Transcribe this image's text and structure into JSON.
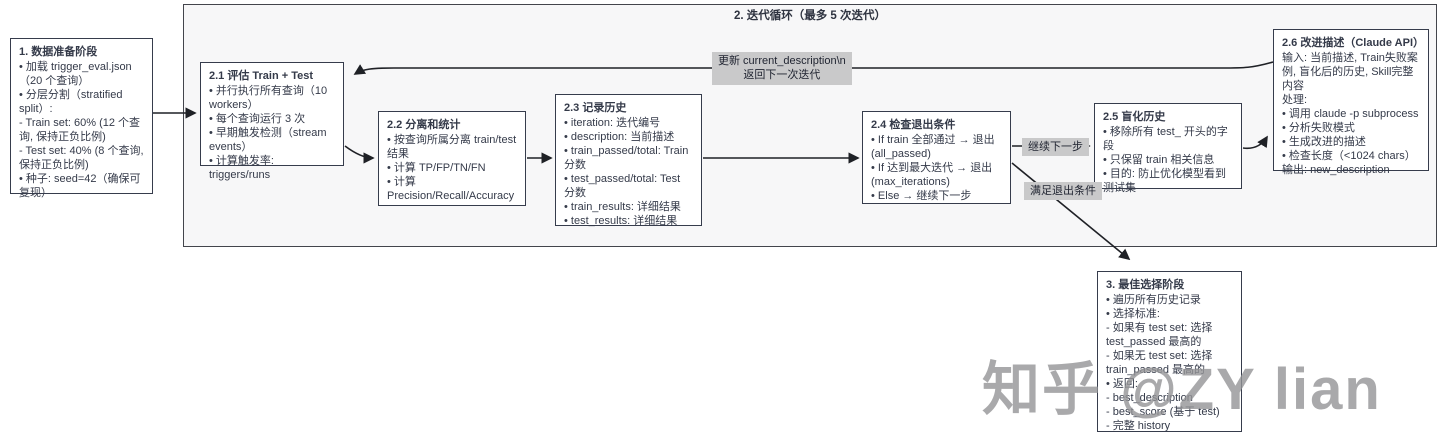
{
  "diagram": {
    "loop_title": "2. 迭代循环（最多 5 次迭代）",
    "boxes": [
      {
        "id": "data-prep",
        "title": "1. 数据准备阶段",
        "lines": [
          "• 加载 trigger_eval.json（20 个查询）",
          "• 分层分割（stratified split）:",
          "- Train set: 60% (12 个查询, 保持正负比例)",
          "- Test set: 40% (8 个查询, 保持正负比例)",
          "• 种子: seed=42（确保可复现）"
        ]
      },
      {
        "id": "eval-train-test",
        "title": "2.1 评估 Train + Test",
        "lines": [
          "• 并行执行所有查询（10 workers）",
          "• 每个查询运行 3 次",
          "• 早期触发检测（stream events）",
          "• 计算触发率: triggers/runs"
        ]
      },
      {
        "id": "separate-stats",
        "title": "2.2 分离和统计",
        "lines": [
          "• 按查询所属分离 train/test 结果",
          "• 计算 TP/FP/TN/FN",
          "• 计算 Precision/Recall/Accuracy"
        ]
      },
      {
        "id": "record-history",
        "title": "2.3 记录历史",
        "lines": [
          "• iteration: 迭代编号",
          "• description: 当前描述",
          "• train_passed/total: Train 分数",
          "• test_passed/total: Test 分数",
          "• train_results: 详细结果",
          "• test_results: 详细结果"
        ]
      },
      {
        "id": "check-exit",
        "title": "2.4 检查退出条件",
        "lines": [
          "• If train 全部通过 → 退出 (all_passed)",
          "• If 达到最大迭代 → 退出 (max_iterations)",
          "• Else → 继续下一步"
        ]
      },
      {
        "id": "blind-history",
        "title": "2.5 盲化历史",
        "lines": [
          "• 移除所有 test_ 开头的字段",
          "• 只保留 train 相关信息",
          "• 目的: 防止优化模型看到测试集"
        ]
      },
      {
        "id": "improve-description",
        "title": "2.6 改进描述（Claude API）",
        "lines": [
          "输入: 当前描述, Train失败案例, 盲化后的历史, Skill完整内容",
          "处理:",
          "• 调用 claude -p subprocess",
          "• 分析失败模式",
          "• 生成改进的描述",
          "• 检查长度（<1024 chars）",
          "输出: new_description"
        ]
      },
      {
        "id": "best-selection",
        "title": "3. 最佳选择阶段",
        "lines": [
          "• 遍历所有历史记录",
          "• 选择标准:",
          "- 如果有 test set: 选择 test_passed 最高的",
          "- 如果无 test set: 选择 train_passed 最高的",
          "• 返回:",
          "- best_description",
          "- best_score (基于 test)",
          "- 完整 history"
        ]
      }
    ],
    "edge_labels": {
      "update_line1": "更新 current_description\\n",
      "update_line2": "返回下一次迭代",
      "continue_next": "继续下一步",
      "exit_condition": "满足退出条件"
    },
    "watermark": "知乎 @ZY lian"
  }
}
